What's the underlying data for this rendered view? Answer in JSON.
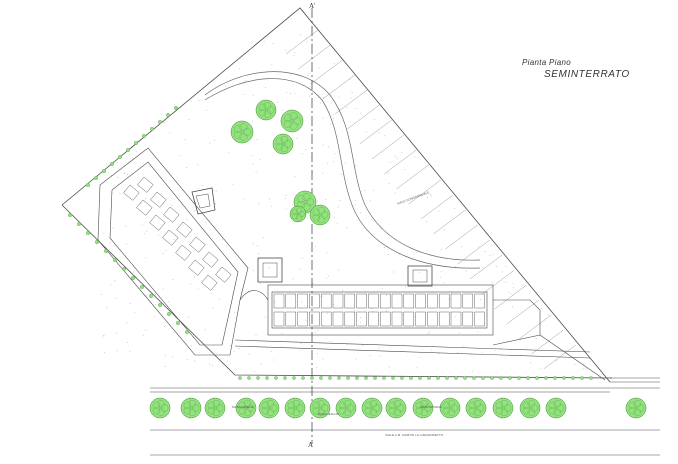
{
  "title": {
    "line1": "Pianta Piano",
    "line2": "SEMINTERRATO"
  },
  "axis": {
    "top_label": "A'",
    "bottom_label": "A"
  },
  "street_label": "VIALE A.M. MARTIN LO GRANDINETTO",
  "parking_label": "PARCHEGGIO",
  "curb_labels": [
    "MARCIAPIEDE",
    "MARCIAPIEDE"
  ],
  "path_label": "VIALE CONDOMINIALE",
  "colors": {
    "line": "#4a4a4a",
    "light_line": "#9a9a9a",
    "tree_fill": "#8fe07a",
    "tree_stroke": "#3c8c2c",
    "ground_dots": "#b8b8b8"
  }
}
